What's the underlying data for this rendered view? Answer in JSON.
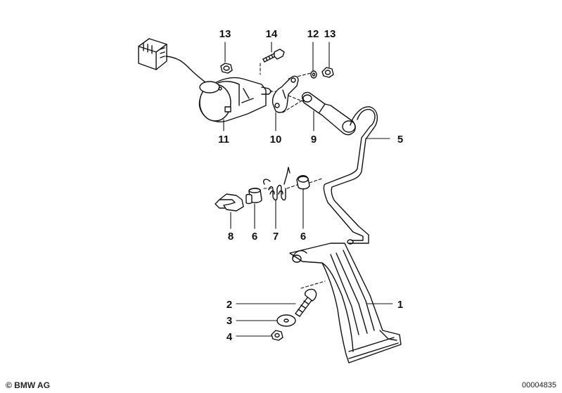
{
  "callouts": [
    {
      "id": "13a",
      "text": "13"
    },
    {
      "id": "14",
      "text": "14"
    },
    {
      "id": "12",
      "text": "12"
    },
    {
      "id": "13b",
      "text": "13"
    },
    {
      "id": "11",
      "text": "11"
    },
    {
      "id": "10",
      "text": "10"
    },
    {
      "id": "9",
      "text": "9"
    },
    {
      "id": "5",
      "text": "5"
    },
    {
      "id": "8",
      "text": "8"
    },
    {
      "id": "6a",
      "text": "6"
    },
    {
      "id": "7",
      "text": "7"
    },
    {
      "id": "6b",
      "text": "6"
    },
    {
      "id": "2",
      "text": "2"
    },
    {
      "id": "3",
      "text": "3"
    },
    {
      "id": "4",
      "text": "4"
    },
    {
      "id": "1",
      "text": "1"
    }
  ],
  "footer": {
    "copyright": "© BMW AG",
    "drawing_number": "00004835"
  },
  "colors": {
    "line": "#111111",
    "background": "#ffffff"
  }
}
